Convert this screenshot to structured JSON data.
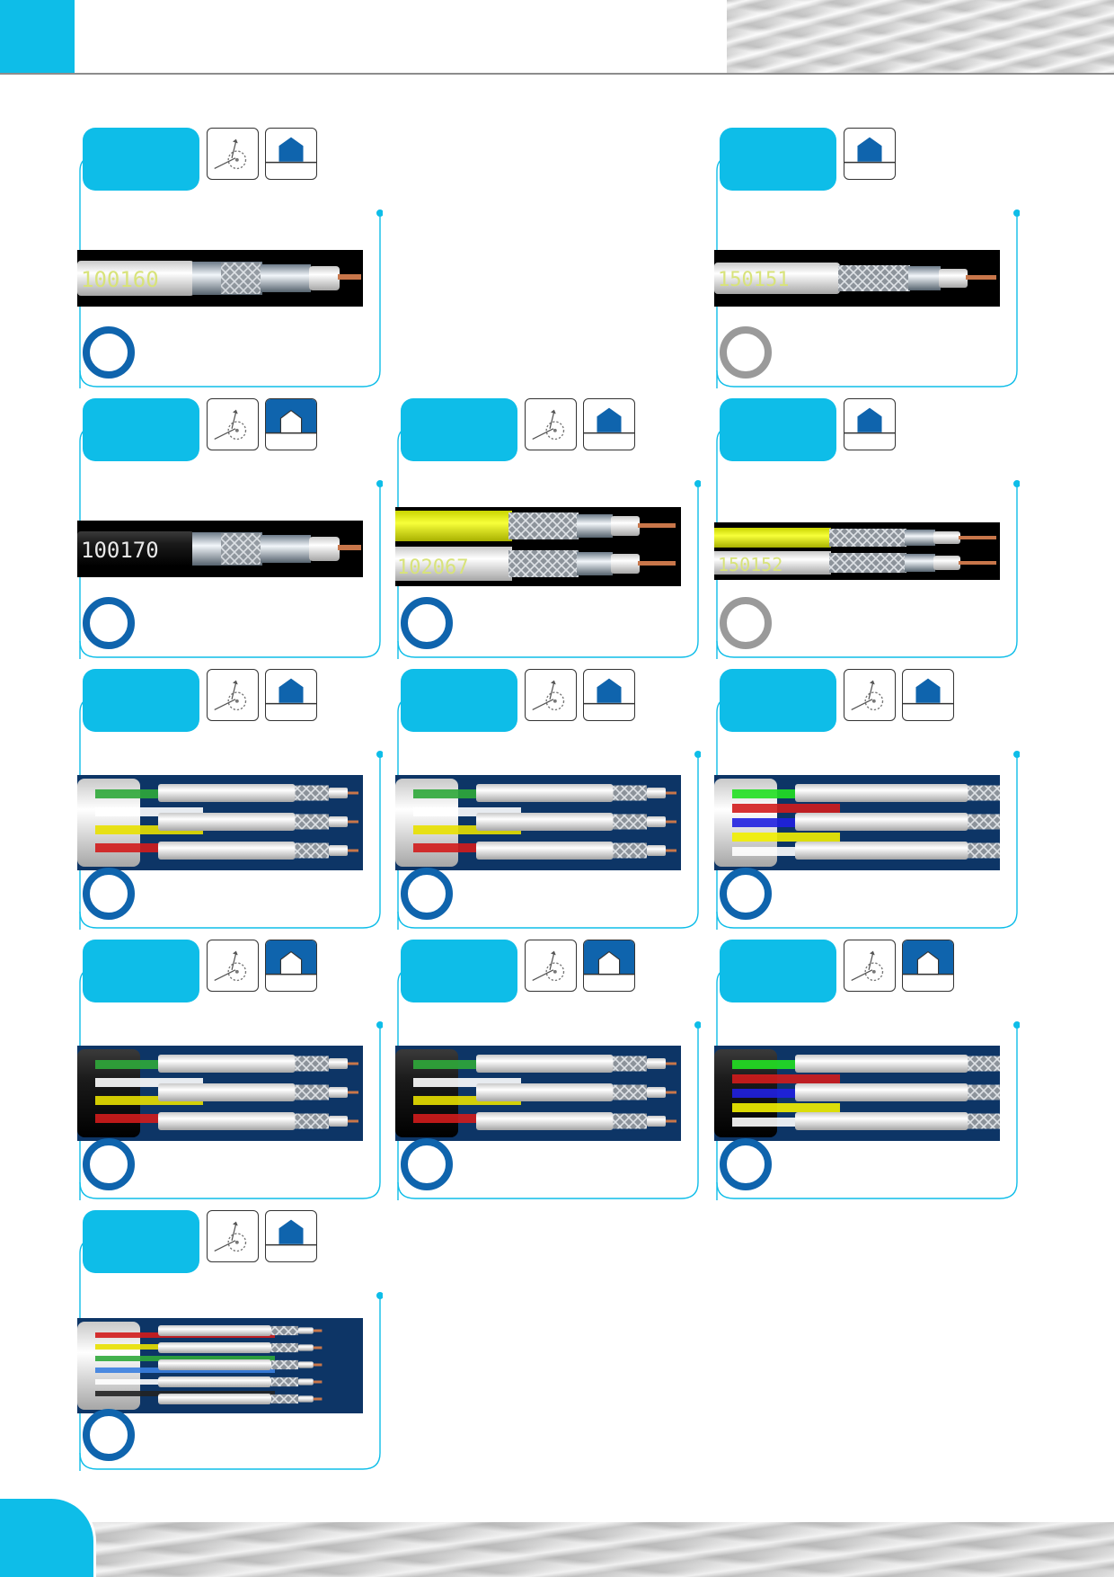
{
  "colors": {
    "accent": "#0ebde8",
    "ring_blue": "#0f64ad",
    "ring_grey": "#9a9a9a",
    "house_blue": "#0f64ad",
    "photo_navy": "#0d3566"
  },
  "icons": {
    "rotator": "rotator-motor-icon",
    "house": "indoor-house-icon",
    "house_inverted": "indoor-house-inverted-icon"
  },
  "cards": [
    {
      "id": "100160",
      "sleeve_print": "100160",
      "ring": "blue"
    },
    {
      "id": "150151",
      "sleeve_print": "150151",
      "ring": "grey"
    },
    {
      "id": "100170",
      "sleeve_print": "100170",
      "ring": "blue"
    },
    {
      "id": "102067",
      "sleeve_print": "102067",
      "ring": "blue"
    },
    {
      "id": "150152",
      "sleeve_print": "150152",
      "ring": "grey"
    },
    {
      "id": "bundle-white-a",
      "ring": "blue"
    },
    {
      "id": "bundle-white-b",
      "ring": "blue"
    },
    {
      "id": "bundle-white-c",
      "ring": "blue"
    },
    {
      "id": "bundle-black-a",
      "ring": "blue"
    },
    {
      "id": "bundle-black-b",
      "ring": "blue"
    },
    {
      "id": "bundle-black-c",
      "ring": "blue"
    },
    {
      "id": "bundle-multi",
      "ring": "blue"
    }
  ]
}
